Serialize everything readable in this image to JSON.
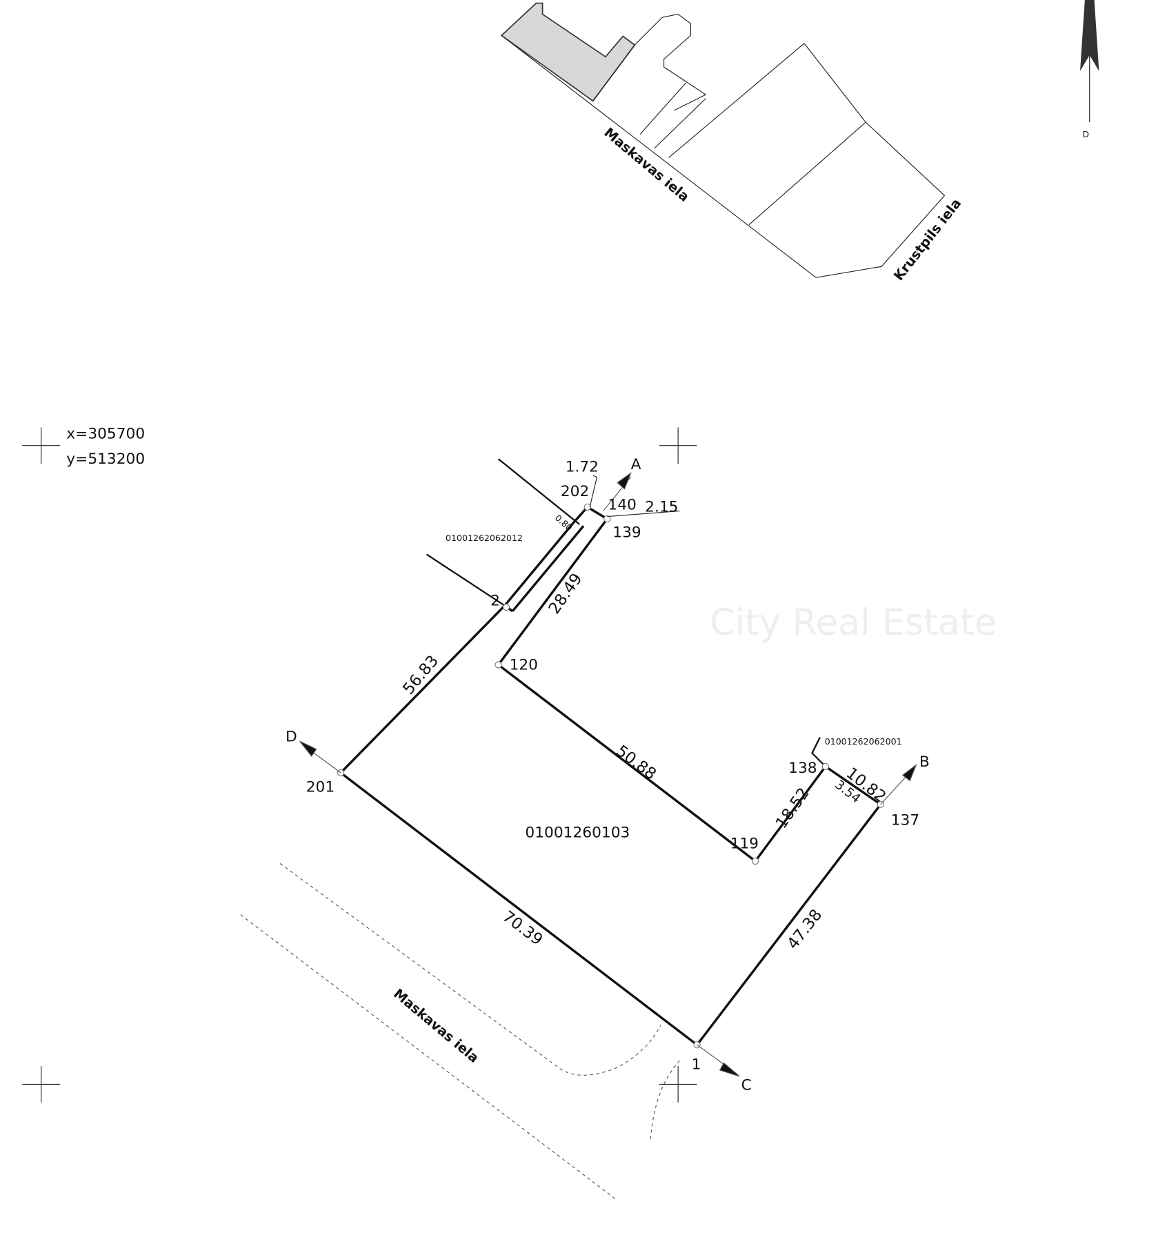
{
  "watermark": "City Real Estate",
  "overview_map": {
    "street_1": "Maskavas iela",
    "street_2": "Krustpils iela",
    "north_label": "D"
  },
  "coordinates": {
    "x": "x=305700",
    "y": "y=513200"
  },
  "parcels": {
    "main": "01001260103",
    "neighbor_1": "01001262062012",
    "neighbor_2": "01001262062001"
  },
  "points": {
    "p1": "1",
    "p119": "119",
    "p120": "120",
    "p137": "137",
    "p138": "138",
    "p139": "139",
    "p140": "140",
    "p201": "201",
    "p202": "202",
    "p2": "2"
  },
  "dimensions": {
    "d1": "1.72",
    "d2": "2.15",
    "d3": "0.80",
    "d4": "28.49",
    "d5": "56.83",
    "d6": "50.88",
    "d7": "18.52",
    "d8": "3.54",
    "d9": "10.82",
    "d10": "47.38",
    "d11": "70.39"
  },
  "directions": {
    "a": "A",
    "b": "B",
    "c": "C",
    "d": "D"
  },
  "street_bottom": "Maskavas iela"
}
